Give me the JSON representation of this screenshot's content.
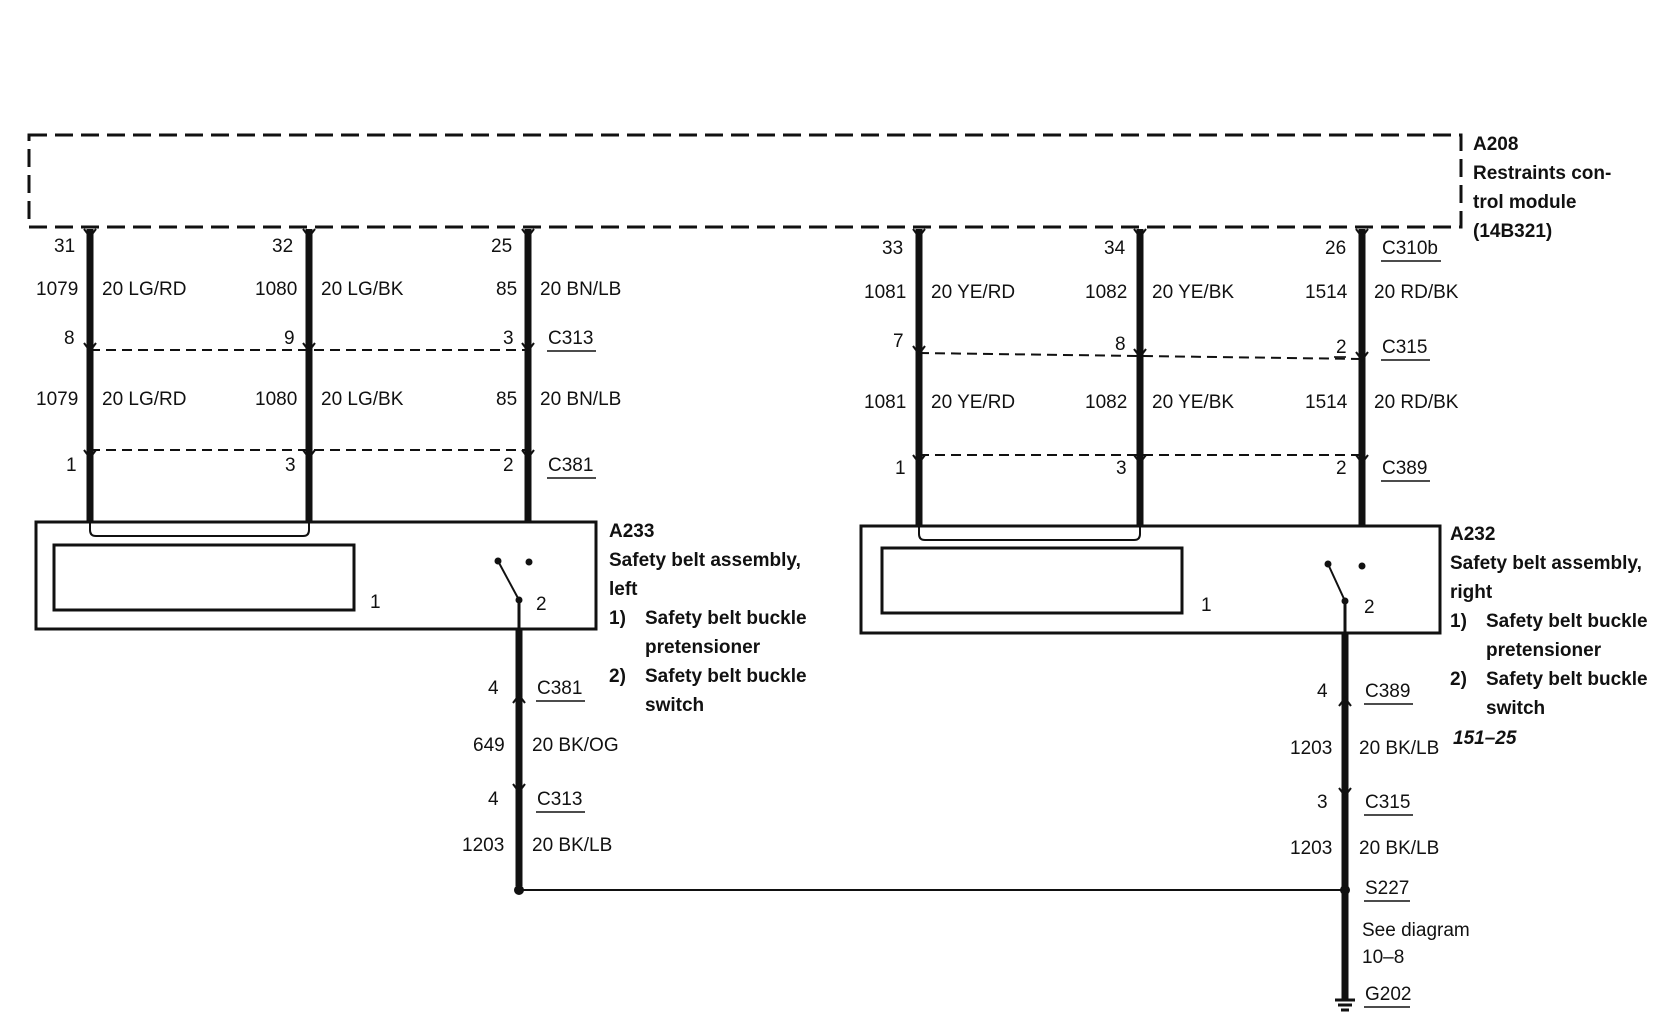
{
  "module": {
    "ref": "A208",
    "name_line1": "Restraints con-",
    "name_line2": "trol module",
    "part": "(14B321)"
  },
  "left": {
    "module_pins": [
      "31",
      "32",
      "25"
    ],
    "circuits_top": [
      {
        "num": "1079",
        "spec": "20 LG/RD"
      },
      {
        "num": "1080",
        "spec": "20 LG/BK"
      },
      {
        "num": "85",
        "spec": "20 BN/LB"
      }
    ],
    "c313_pins": [
      "8",
      "9",
      "3"
    ],
    "c313_label": "C313",
    "circuits_mid": [
      {
        "num": "1079",
        "spec": "20 LG/RD"
      },
      {
        "num": "1080",
        "spec": "20 LG/BK"
      },
      {
        "num": "85",
        "spec": "20 BN/LB"
      }
    ],
    "c381_pins": [
      "1",
      "3",
      "2"
    ],
    "c381_label": "C381",
    "assembly": {
      "ref": "A233",
      "name_line1": "Safety belt assembly,",
      "name_line2": "left",
      "item1_no": "1)",
      "item1_line1": "Safety belt buckle",
      "item1_line2": "pretensioner",
      "item2_no": "2)",
      "item2_line1": "Safety belt buckle",
      "item2_line2": "switch",
      "pin1": "1",
      "pin2": "2"
    },
    "lower": {
      "c381_pin": "4",
      "c381_label": "C381",
      "circuit1_num": "649",
      "circuit1_spec": "20 BK/OG",
      "c313_pin": "4",
      "c313_label": "C313",
      "circuit2_num": "1203",
      "circuit2_spec": "20 BK/LB"
    }
  },
  "right": {
    "module_pins": [
      "33",
      "34",
      "26"
    ],
    "module_connector": "C310b",
    "circuits_top": [
      {
        "num": "1081",
        "spec": "20 YE/RD"
      },
      {
        "num": "1082",
        "spec": "20 YE/BK"
      },
      {
        "num": "1514",
        "spec": "20 RD/BK"
      }
    ],
    "c315_pins": [
      "7",
      "8",
      "2"
    ],
    "c315_label": "C315",
    "circuits_mid": [
      {
        "num": "1081",
        "spec": "20 YE/RD"
      },
      {
        "num": "1082",
        "spec": "20 YE/BK"
      },
      {
        "num": "1514",
        "spec": "20 RD/BK"
      }
    ],
    "c389_pins": [
      "1",
      "3",
      "2"
    ],
    "c389_label": "C389",
    "assembly": {
      "ref": "A232",
      "name_line1": "Safety belt assembly,",
      "name_line2": "right",
      "item1_no": "1)",
      "item1_line1": "Safety belt buckle",
      "item1_line2": "pretensioner",
      "item2_no": "2)",
      "item2_line1": "Safety belt buckle",
      "item2_line2": "switch",
      "pin1": "1",
      "pin2": "2"
    },
    "lower": {
      "c389_pin": "4",
      "c389_label": "C389",
      "circuit1_num": "1203",
      "circuit1_spec": "20 BK/LB",
      "c315_pin": "3",
      "c315_label": "C315",
      "circuit2_num": "1203",
      "circuit2_spec": "20 BK/LB"
    }
  },
  "splice": "S227",
  "see_diagram_line1": "See diagram",
  "see_diagram_line2": "10–8",
  "ground": "G202",
  "figure_code": "151–25"
}
